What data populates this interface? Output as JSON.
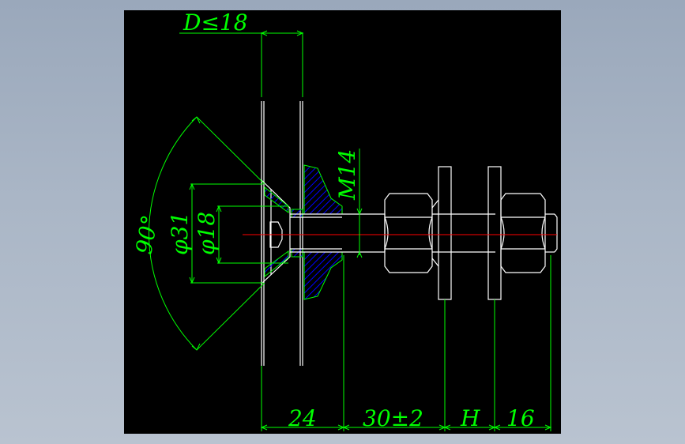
{
  "drawing": {
    "background": "#000000",
    "line_color": "#ffffff",
    "dim_color": "#00ff00",
    "hatch_color": "#0000ff",
    "center_line_color": "#ff0000",
    "dimensions": {
      "d_max": "D≤18",
      "thread": "M14",
      "dia_31": "φ31",
      "dia_18": "φ18",
      "angle": "90°",
      "len_24": "24",
      "len_30": "30±2",
      "len_h": "H",
      "len_16": "16"
    }
  }
}
